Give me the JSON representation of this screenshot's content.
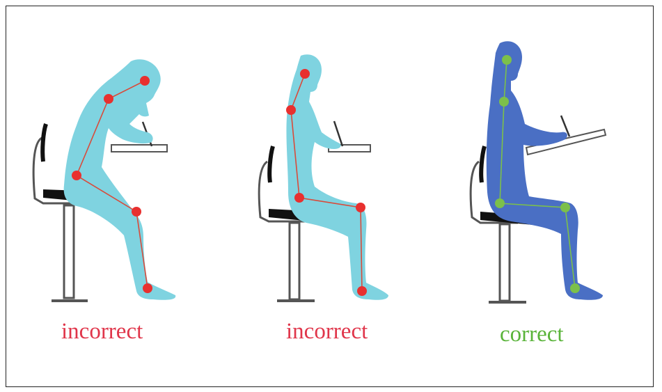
{
  "panels": [
    {
      "label": "incorrect",
      "label_color": "#e0354a",
      "body_color": "#7fd3e0",
      "joint_color": "#e8302f",
      "line_color": "#d94a3a"
    },
    {
      "label": "incorrect",
      "label_color": "#e0354a",
      "body_color": "#7fd3e0",
      "joint_color": "#e8302f",
      "line_color": "#d94a3a"
    },
    {
      "label": "correct",
      "label_color": "#5ab43a",
      "body_color": "#4a6fc4",
      "joint_color": "#7cc04a",
      "line_color": "#7cc04a"
    }
  ],
  "colors": {
    "chair_fill": "#ffffff",
    "chair_stroke": "#555555",
    "seat": "#111111",
    "desk": "#ffffff"
  }
}
